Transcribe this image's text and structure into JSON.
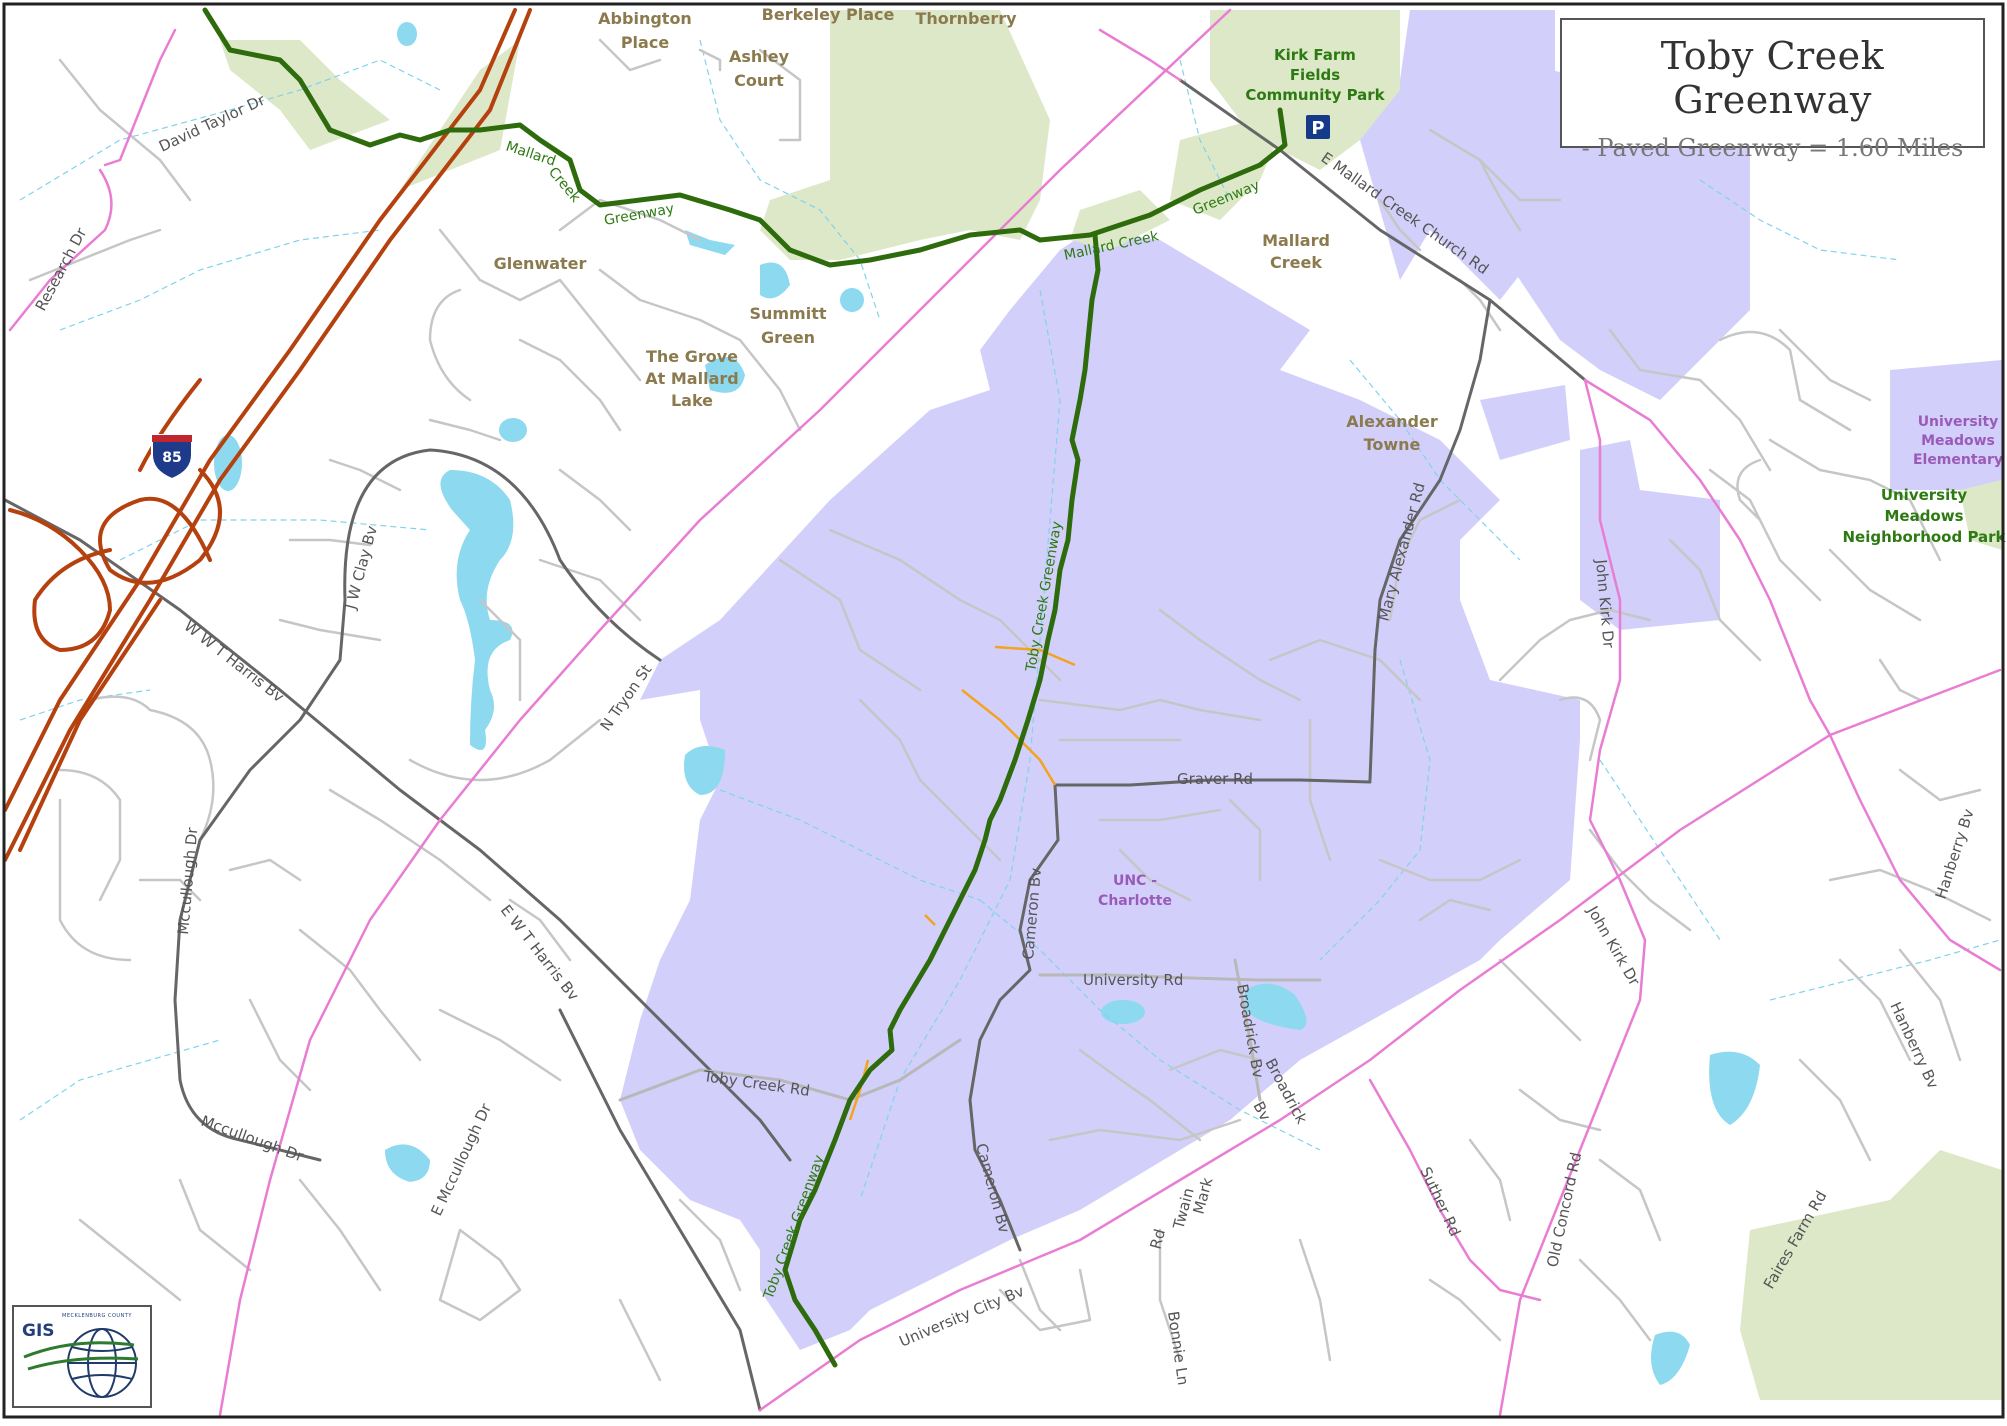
{
  "legend": {
    "title": "Toby Creek Greenway",
    "subtitle": "- Paved Greenway = 1.60 Miles"
  },
  "logo": {
    "text": "GIS",
    "org": "MECKLENBURG COUNTY"
  },
  "parking_icon": "P",
  "highway_shield": "85",
  "neighborhoods": {
    "abbington_1": "Abbington",
    "abbington_2": "Place",
    "berkeley": "Berkeley Place",
    "thornberry": "Thornberry",
    "ashley_1": "Ashley",
    "ashley_2": "Court",
    "glenwater": "Glenwater",
    "summitt_1": "Summitt",
    "summitt_2": "Green",
    "grove_1": "The Grove",
    "grove_2": "At Mallard",
    "grove_3": "Lake",
    "mallard_1": "Mallard",
    "mallard_2": "Creek",
    "alexander_1": "Alexander",
    "alexander_2": "Towne"
  },
  "parks": {
    "kirk_1": "Kirk Farm",
    "kirk_2": "Fields",
    "kirk_3": "Community Park",
    "um_park_1": "University",
    "um_park_2": "Meadows",
    "um_park_3": "Neighborhood Park"
  },
  "schools": {
    "um_school_1": "University",
    "um_school_2": "Meadows",
    "um_school_3": "Elementary",
    "unc_1": "UNC -",
    "unc_2": "Charlotte"
  },
  "greenway_labels": {
    "mallard_1": "Mallard",
    "mallard_2": "Creek",
    "mallard_3": "Greenway",
    "mallard_4": "Mallard  Creek",
    "mallard_5": "Greenway",
    "toby_1": "Toby Creek  Greenway",
    "toby_2": "Toby Creek Greenway"
  },
  "streets": {
    "david_taylor": "David Taylor Dr",
    "research": "Research Dr",
    "jw_clay": "J W Clay Bv",
    "wt_harris": "W W T Harris Bv",
    "e_wt_harris": "E W T Harris Bv",
    "n_tryon": "N Tryon St",
    "mccullough_1": "Mccullough Dr",
    "mccullough_2": "Mccullough Dr",
    "e_mccullough": "E Mccullough Dr",
    "e_mallard": "E Mallard Creek Church Rd",
    "mary_alexander": "Mary Alexander Rd",
    "john_kirk_1": "John Kirk Dr",
    "john_kirk_2": "John Kirk Dr",
    "graver": "Graver Rd",
    "cameron_1": "Cameron Bv",
    "cameron_2": "Cameron Bv",
    "university_rd": "University Rd",
    "broadrick_1": "Broadrick Bv",
    "broadrick_2": "Broadrick",
    "broadrick_3": "Bv",
    "toby_creek_rd": "Toby Creek Rd",
    "university_city": "University City Bv",
    "mark_twain_1": "Mark",
    "mark_twain_2": "Twain",
    "mark_twain_3": "Rd",
    "bonnie": "Bonnie Ln",
    "suther": "Suther Rd",
    "old_concord": "Old Concord Rd",
    "faires_farm": "Faires Farm Rd",
    "hanberry_1": "Hanberry Bv",
    "hanberry_2": "Hanberry Bv"
  },
  "colors": {
    "campus": "#d3cffb",
    "park": "#dde8c8",
    "water": "#8cd9f0",
    "greenway": "#2e6b0c",
    "interstate": "#b5410e",
    "arterial": "#e87dd3",
    "collector": "#666666",
    "local": "#c6c6c6",
    "trail": "#f3a31c"
  }
}
